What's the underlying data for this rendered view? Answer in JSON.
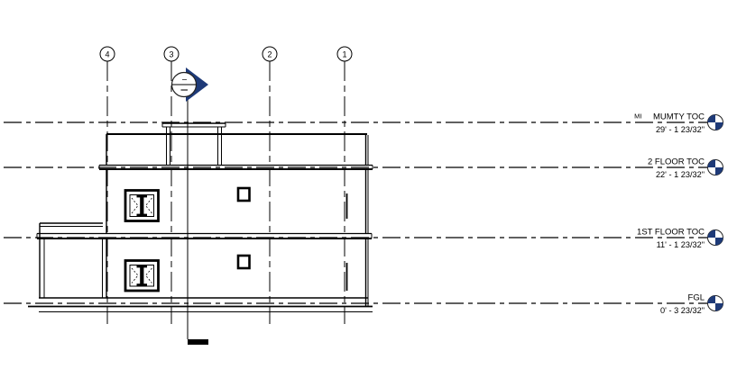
{
  "drawing": {
    "type_label": "building-elevation",
    "grids": {
      "bubbles": [
        {
          "label": "4"
        },
        {
          "label": "3"
        },
        {
          "label": "2"
        },
        {
          "label": "1"
        }
      ]
    },
    "levels": [
      {
        "name": "MUMTY TOC",
        "overlap_text": "MI",
        "elevation": "29' - 1 23/32\""
      },
      {
        "name": "2 FLOOR TOC",
        "elevation": "22' - 1 23/32\""
      },
      {
        "name": "1ST FLOOR TOC",
        "elevation": "11' - 1 23/32\""
      },
      {
        "name": "FGL",
        "elevation": "0' - 3 23/32\""
      }
    ],
    "colors": {
      "line": "#000000",
      "datum_blue": "#1e3a78",
      "background": "#ffffff"
    }
  }
}
